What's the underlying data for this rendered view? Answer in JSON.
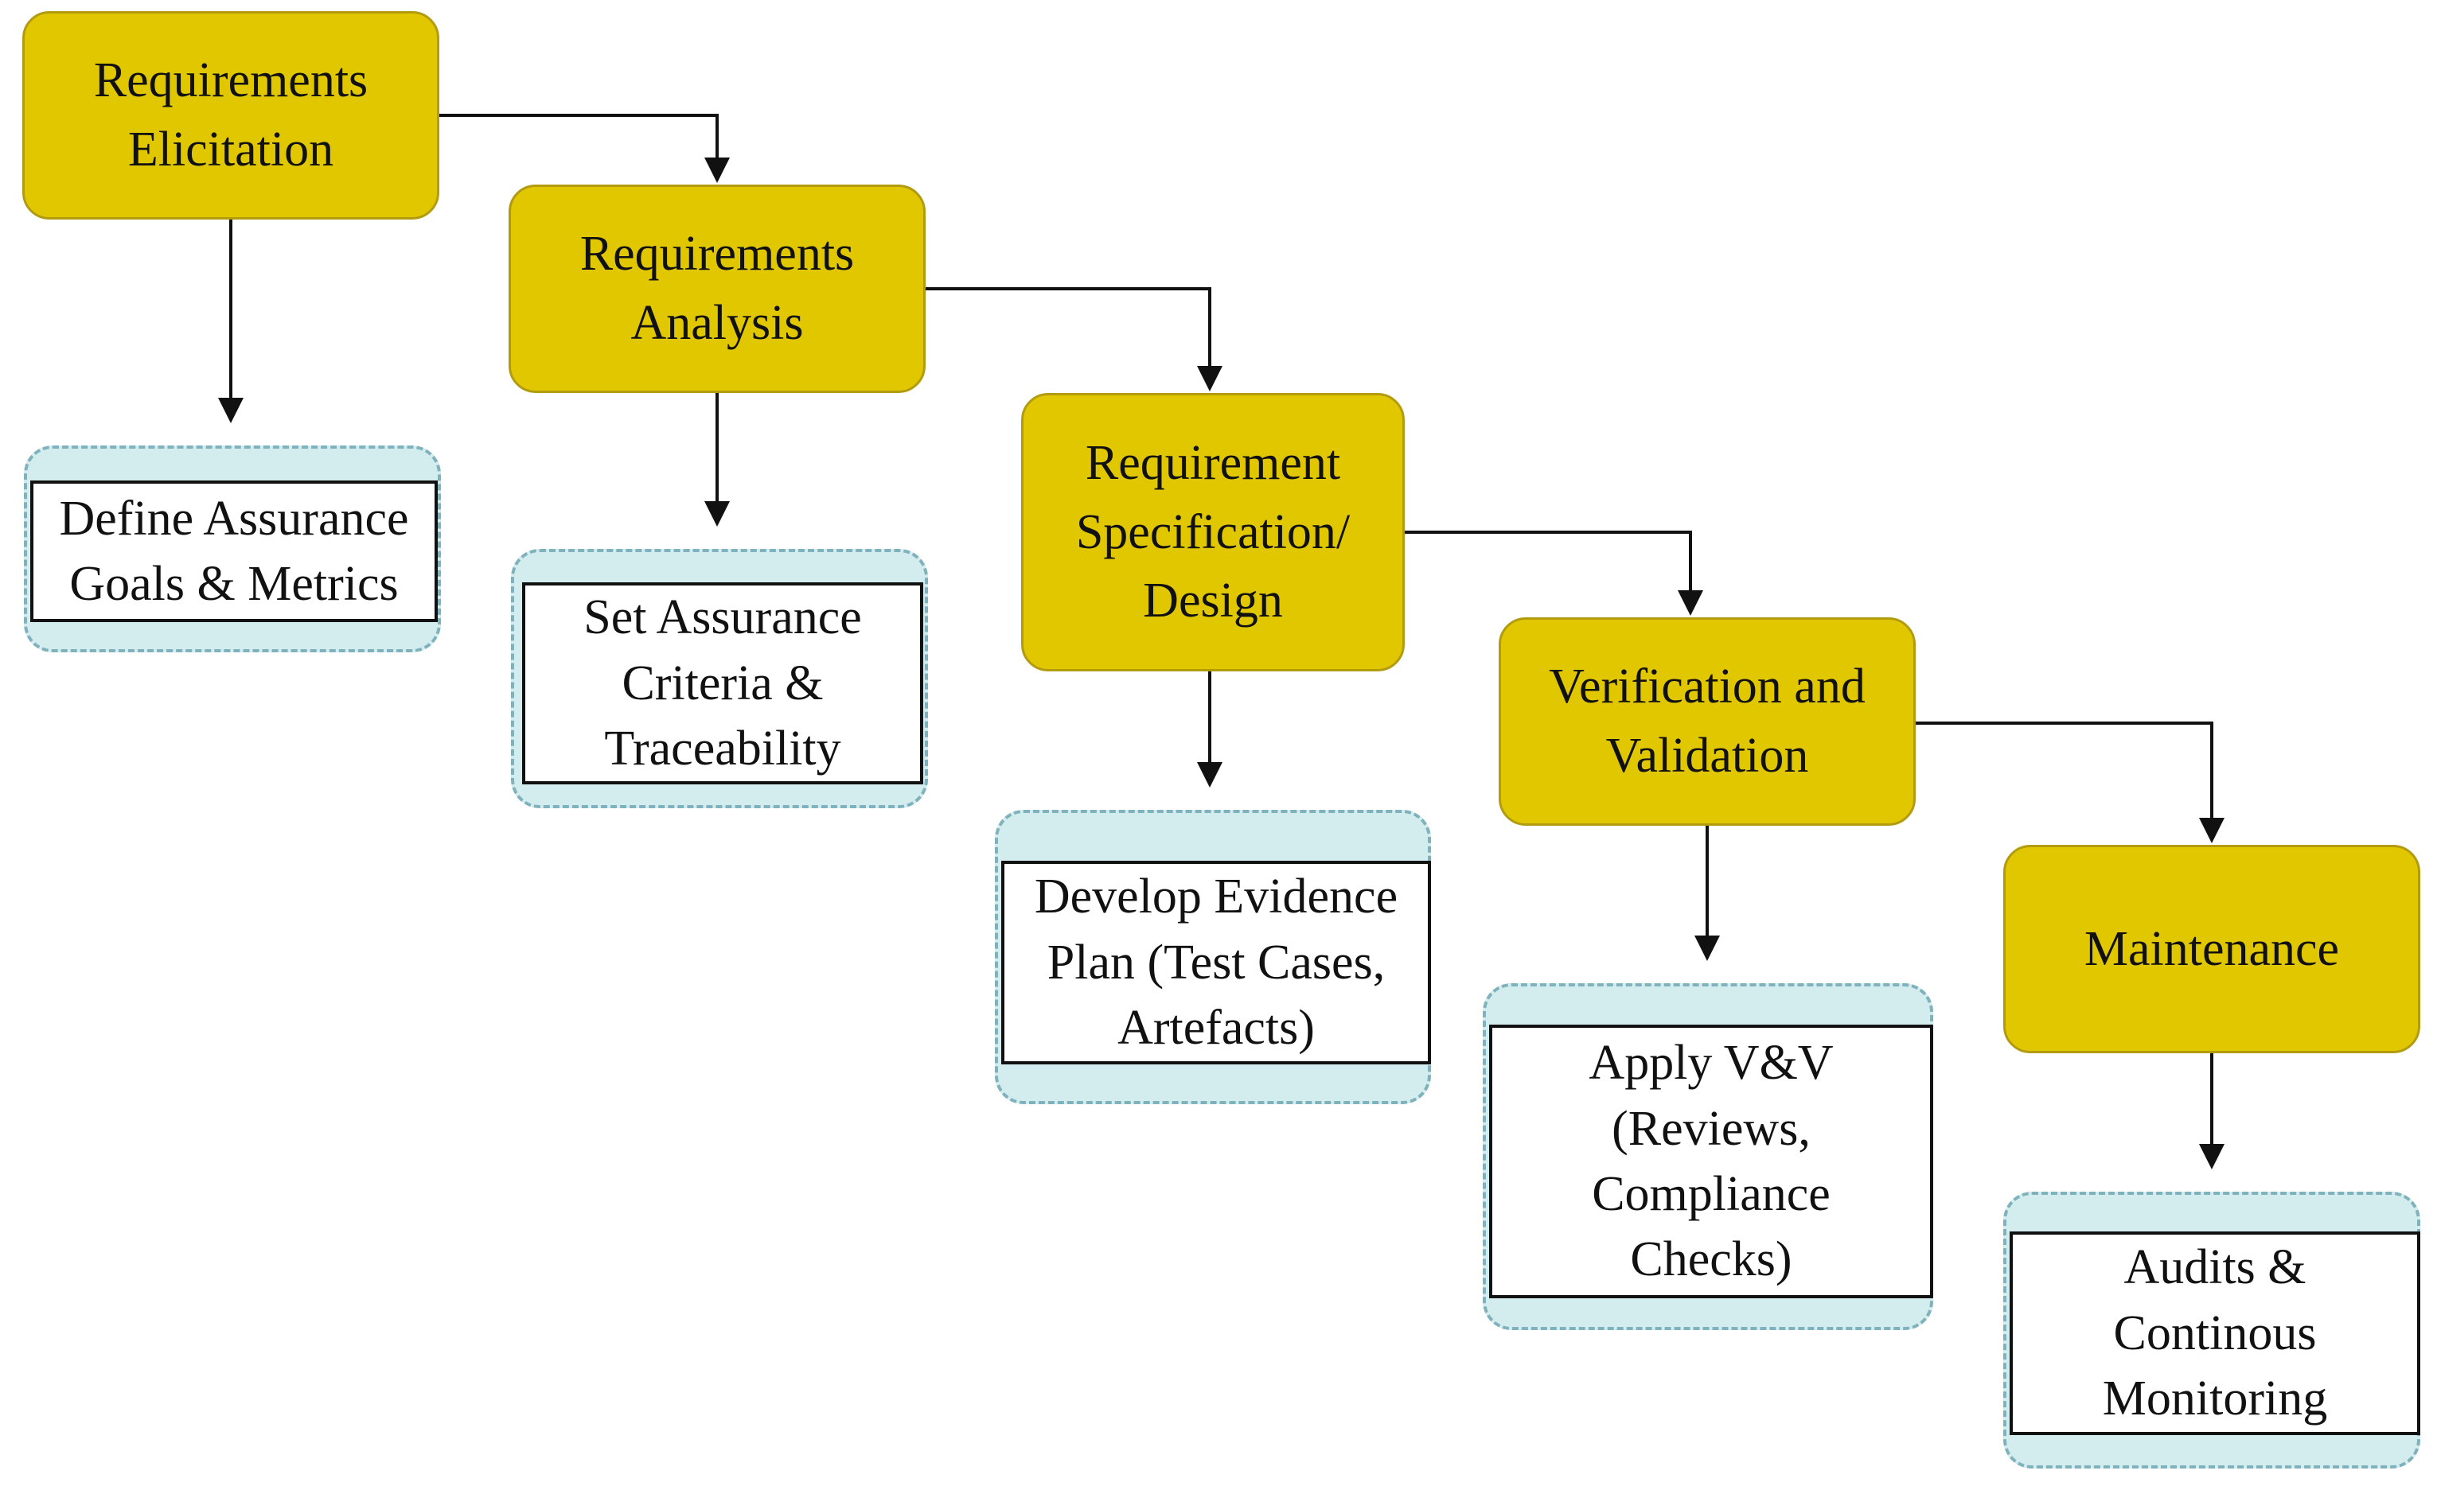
{
  "phases": [
    {
      "id": "phase-1",
      "label_lines": [
        "Requirements",
        "Elicitation"
      ]
    },
    {
      "id": "phase-2",
      "label_lines": [
        "Requirements",
        "Analysis"
      ]
    },
    {
      "id": "phase-3",
      "label_lines": [
        "Requirement",
        "Specification/",
        "Design"
      ]
    },
    {
      "id": "phase-4",
      "label_lines": [
        "Verification and",
        "Validation"
      ]
    },
    {
      "id": "phase-5",
      "label_lines": [
        "Maintenance"
      ]
    }
  ],
  "outputs": [
    {
      "id": "out-1",
      "label_lines": [
        "Define Assurance",
        "Goals & Metrics"
      ]
    },
    {
      "id": "out-2",
      "label_lines": [
        "Set Assurance",
        "Criteria &",
        "Traceability"
      ]
    },
    {
      "id": "out-3",
      "label_lines": [
        "Develop Evidence",
        "Plan (Test Cases,",
        "Artefacts)"
      ]
    },
    {
      "id": "out-4",
      "label_lines": [
        "Apply V&V",
        "(Reviews,",
        "Compliance",
        "Checks)"
      ]
    },
    {
      "id": "out-5",
      "label_lines": [
        "Audits &",
        "Continous",
        "Monitoring"
      ]
    }
  ],
  "colors": {
    "phase_fill": "#e1c700",
    "phase_border": "#b39b10",
    "output_fill": "#d3ecee",
    "output_dash": "#7fb2bc",
    "line": "#111111"
  }
}
